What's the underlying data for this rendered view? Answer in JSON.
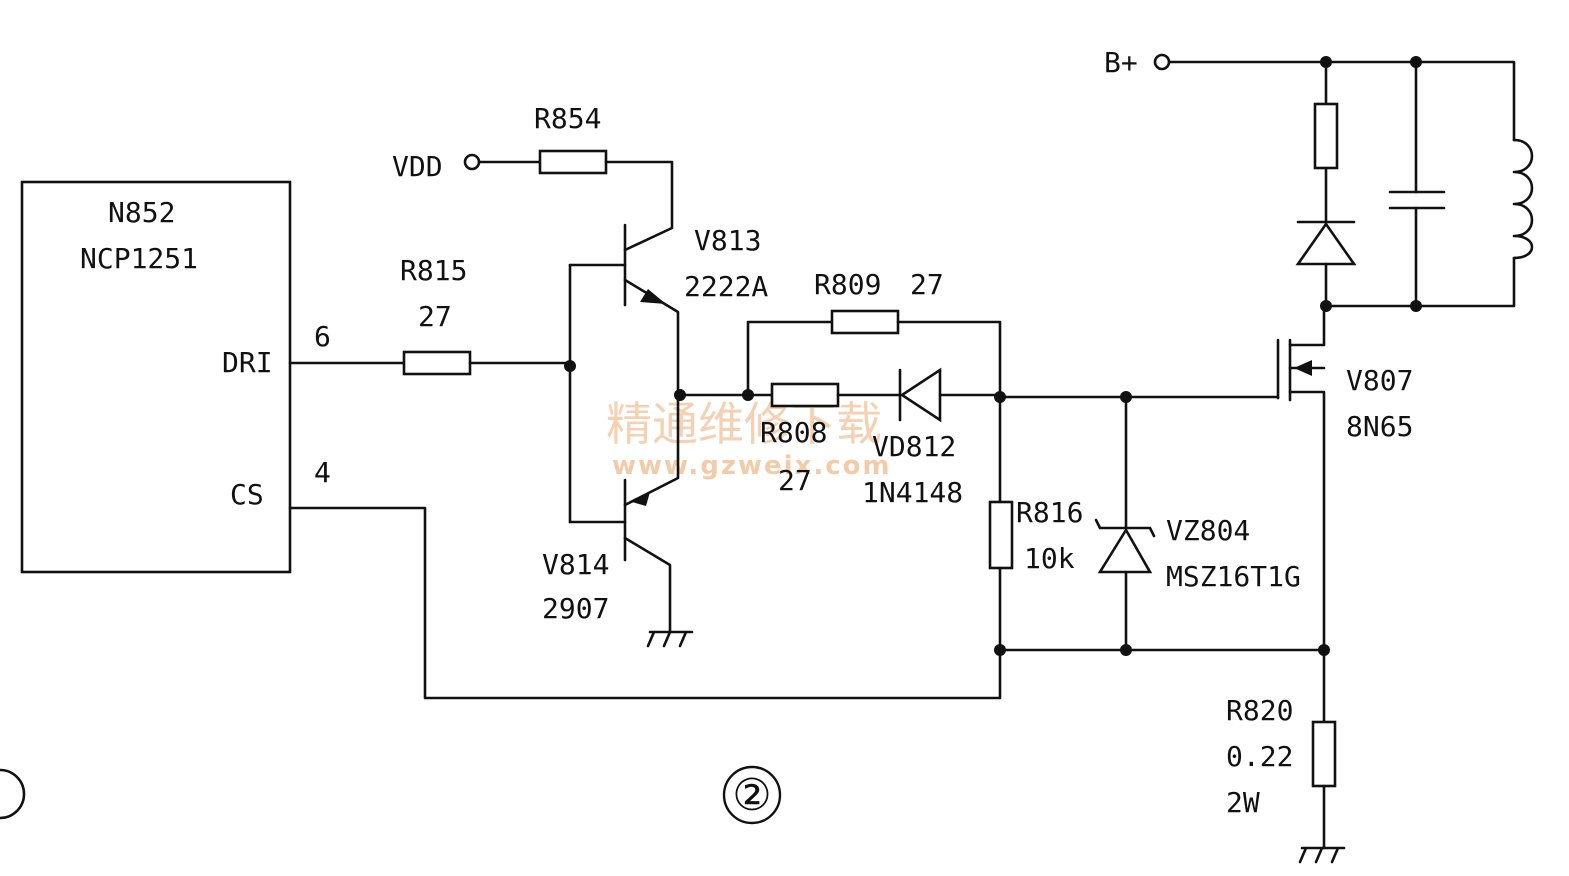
{
  "ic": {
    "ref": "N852",
    "part": "NCP1251",
    "pin_dri": "DRI",
    "pin_cs": "CS",
    "pin_dri_num": "6",
    "pin_cs_num": "4"
  },
  "rails": {
    "vdd": "VDD",
    "bplus": "B+"
  },
  "components": {
    "r854": {
      "ref": "R854"
    },
    "r815": {
      "ref": "R815",
      "value": "27"
    },
    "v813": {
      "ref": "V813",
      "part": "2222A"
    },
    "v814": {
      "ref": "V814",
      "part": "2907"
    },
    "r809": {
      "ref": "R809",
      "value": "27"
    },
    "r808": {
      "ref": "R808",
      "value": "27"
    },
    "vd812": {
      "ref": "VD812",
      "part": "1N4148"
    },
    "r816": {
      "ref": "R816",
      "value": "10k"
    },
    "vz804": {
      "ref": "VZ804",
      "part": "MSZ16T1G"
    },
    "v807": {
      "ref": "V807",
      "part": "8N65"
    },
    "r820": {
      "ref": "R820",
      "value": "0.22",
      "power": "2W"
    }
  },
  "figure_number": "②",
  "watermark": {
    "text": "精通维修下载",
    "url": "www.gzweix.com"
  }
}
